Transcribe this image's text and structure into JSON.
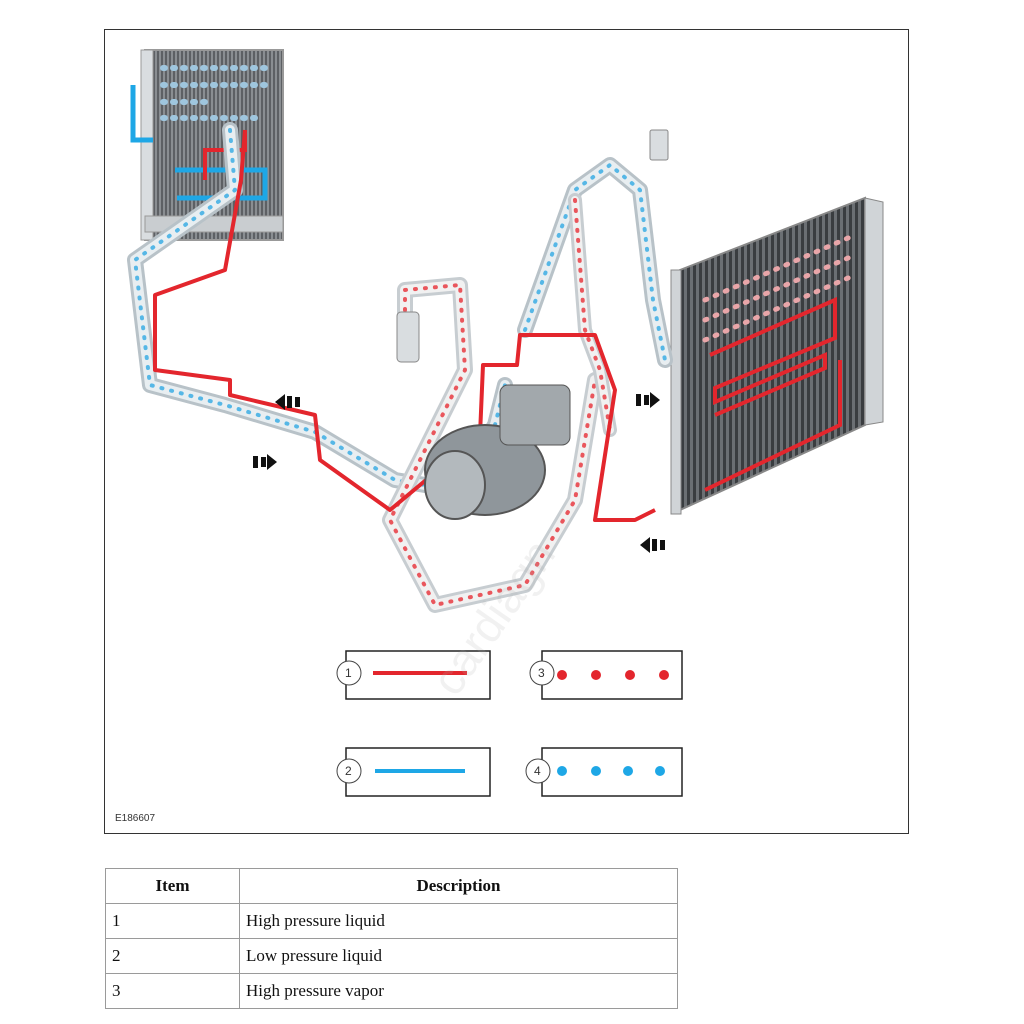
{
  "figure": {
    "id_label": "E186607",
    "watermark": "cardiagn",
    "legend": [
      {
        "number": "1",
        "style": "solid-line",
        "color": "#e3262d"
      },
      {
        "number": "2",
        "style": "solid-line",
        "color": "#1ea7e6"
      },
      {
        "number": "3",
        "style": "dots",
        "color": "#e3262d"
      },
      {
        "number": "4",
        "style": "dots",
        "color": "#1ea7e6"
      }
    ],
    "colors": {
      "high_pressure": "#e3262d",
      "low_pressure": "#1ea7e6",
      "pipe": "#cfd8dd"
    }
  },
  "table": {
    "headers": {
      "item": "Item",
      "description": "Description"
    },
    "rows": [
      {
        "item": "1",
        "description": "High pressure liquid"
      },
      {
        "item": "2",
        "description": "Low pressure liquid"
      },
      {
        "item": "3",
        "description": "High pressure vapor"
      }
    ]
  }
}
